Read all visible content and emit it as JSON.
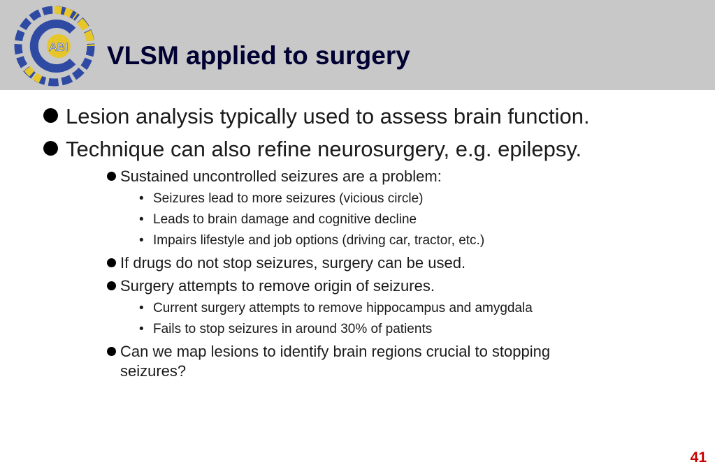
{
  "header": {
    "title": "VLSM applied to surgery",
    "logo_text": "ABI",
    "colors": {
      "logo_blue": "#2f4aa3",
      "logo_yellow": "#e6c628"
    }
  },
  "bullets": [
    {
      "level": 1,
      "text": "Lesion analysis typically used to assess brain function."
    },
    {
      "level": 1,
      "text": "Technique can also refine neurosurgery, e.g. epilepsy."
    },
    {
      "level": 2,
      "text": "Sustained uncontrolled seizures are a problem:"
    },
    {
      "level": 3,
      "text": "Seizures lead to more seizures (vicious circle)"
    },
    {
      "level": 3,
      "text": "Leads to brain damage and cognitive decline"
    },
    {
      "level": 3,
      "text": "Impairs lifestyle and job options (driving car, tractor, etc.)"
    },
    {
      "level": 2,
      "text": "If drugs do not stop seizures, surgery can be used."
    },
    {
      "level": 2,
      "text": "Surgery attempts to remove origin of seizures."
    },
    {
      "level": 3,
      "text": "Current surgery attempts to remove hippocampus and amygdala"
    },
    {
      "level": 3,
      "text": "Fails to stop seizures in around 30% of patients"
    },
    {
      "level": 2,
      "text": "Can we map lesions to identify brain regions crucial to stopping seizures?"
    }
  ],
  "footer": {
    "page_number": "41"
  }
}
